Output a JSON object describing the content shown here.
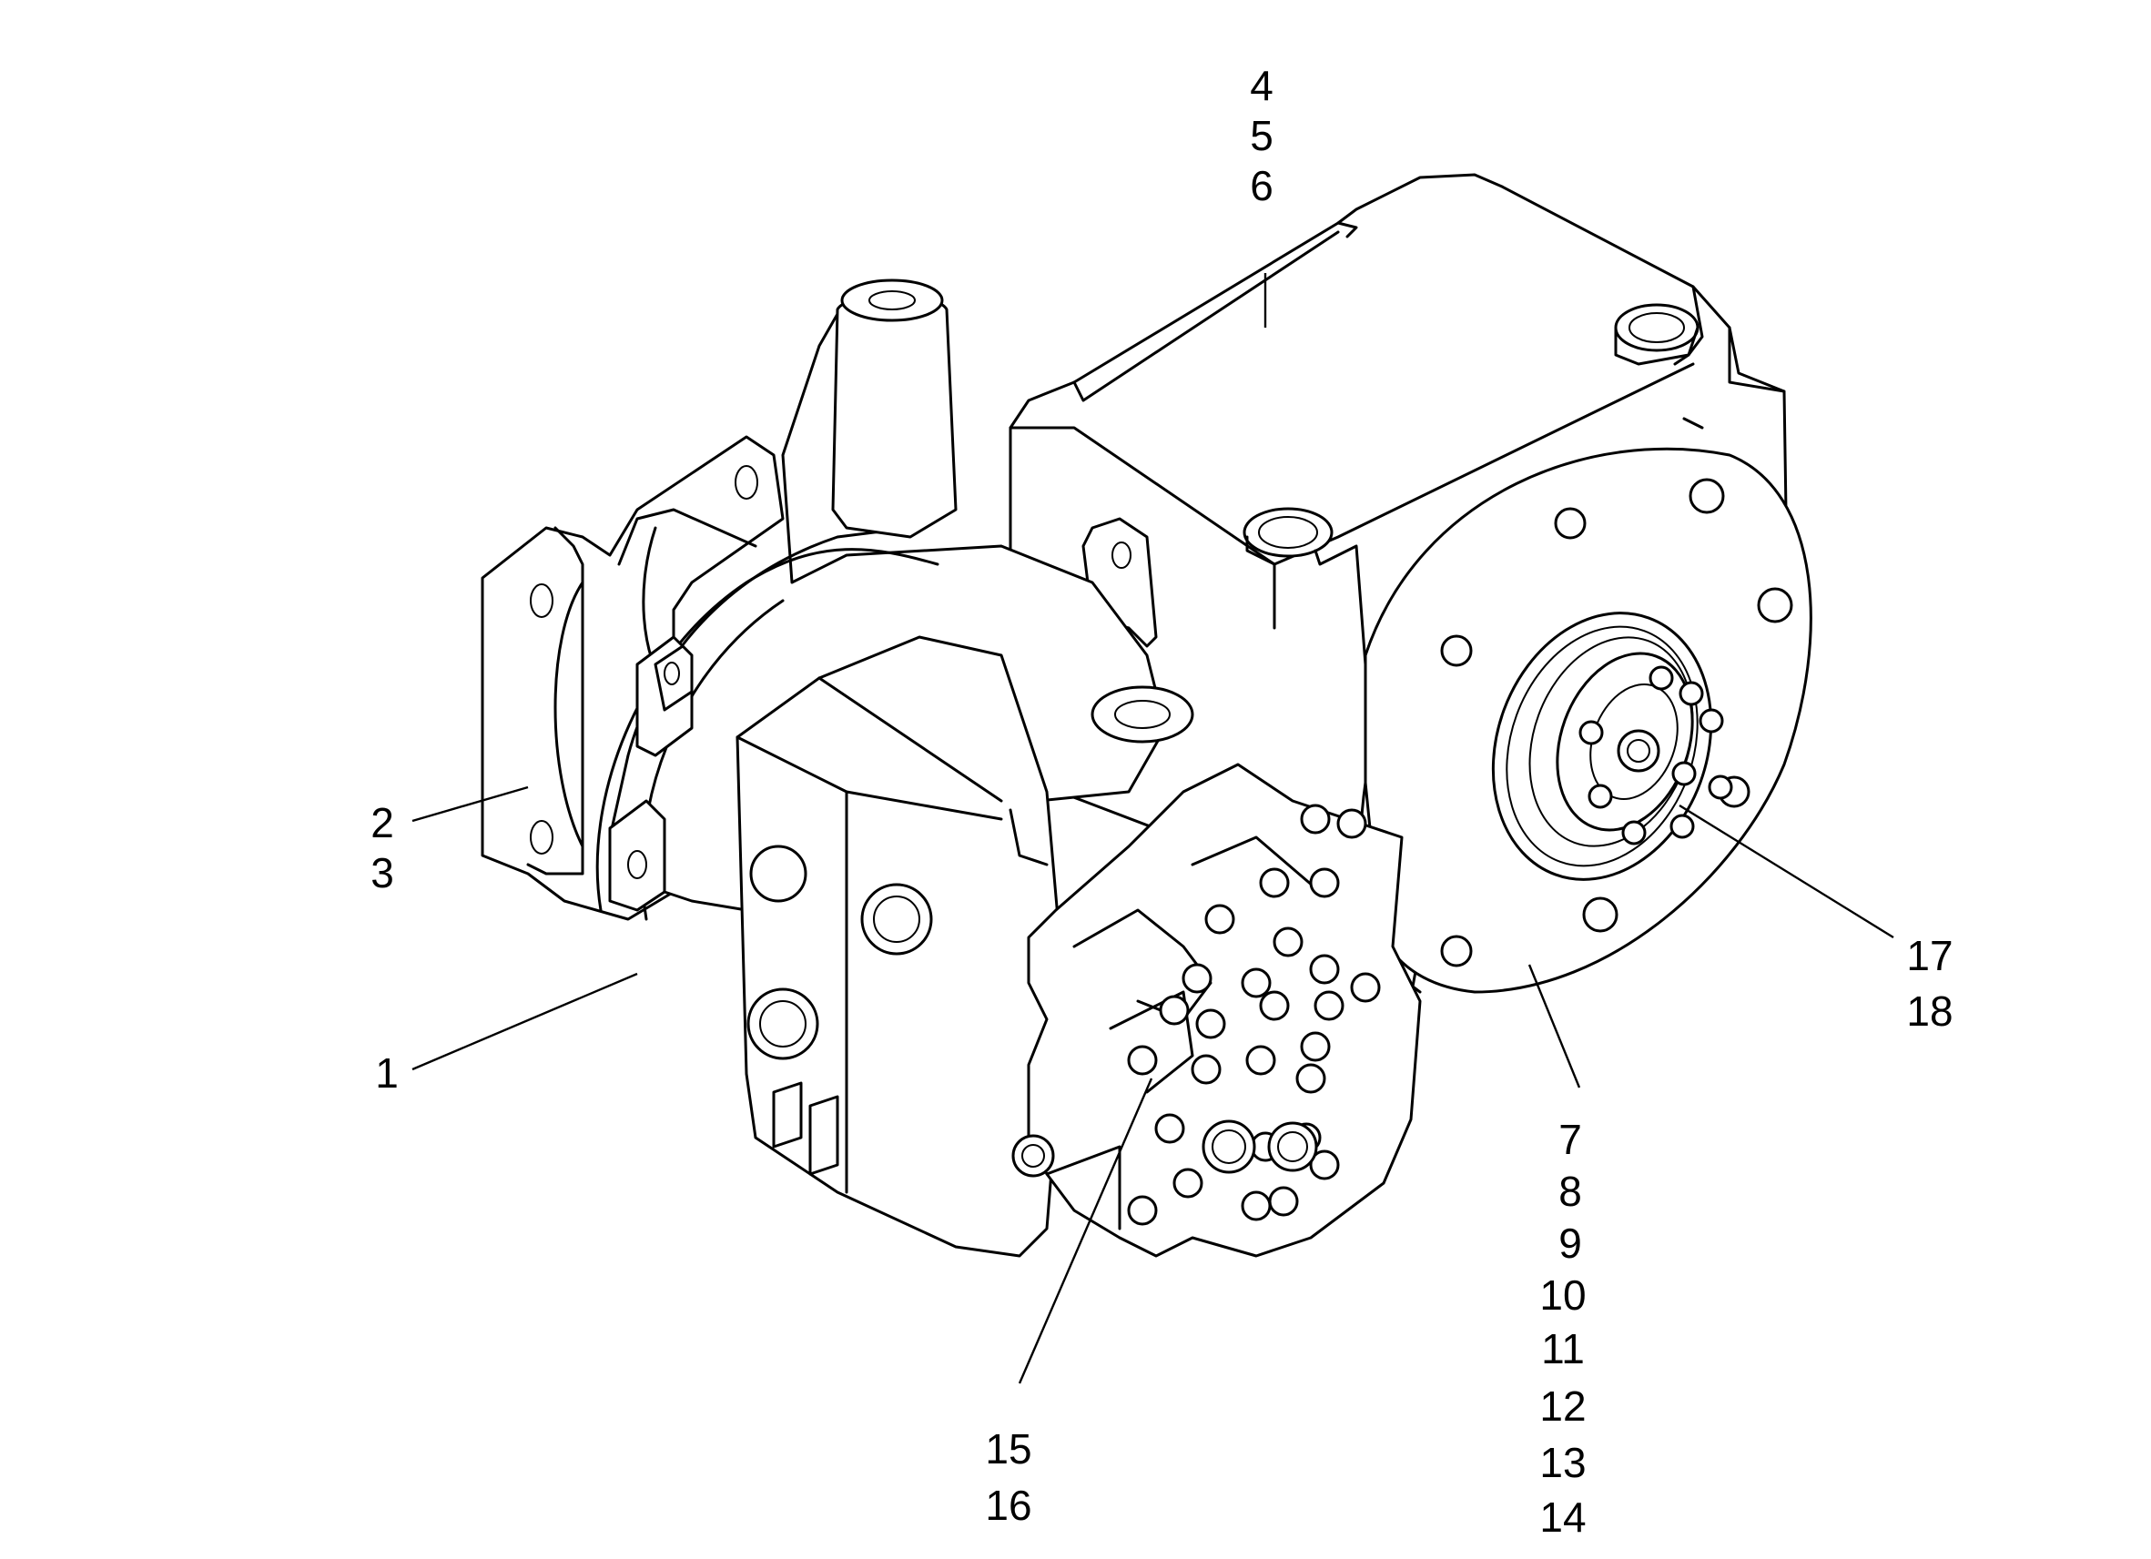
{
  "callouts": [
    {
      "id": "group-4-6",
      "numbers": [
        "4",
        "5",
        "6"
      ]
    },
    {
      "id": "group-2-3",
      "numbers": [
        "2",
        "3"
      ]
    },
    {
      "id": "group-1",
      "numbers": [
        "1"
      ]
    },
    {
      "id": "group-17-18",
      "numbers": [
        "17",
        "18"
      ]
    },
    {
      "id": "group-7-14",
      "numbers": [
        "7",
        "8",
        "9",
        "10",
        "11",
        "12",
        "13",
        "14"
      ]
    },
    {
      "id": "group-15-16",
      "numbers": [
        "15",
        "16"
      ]
    }
  ]
}
